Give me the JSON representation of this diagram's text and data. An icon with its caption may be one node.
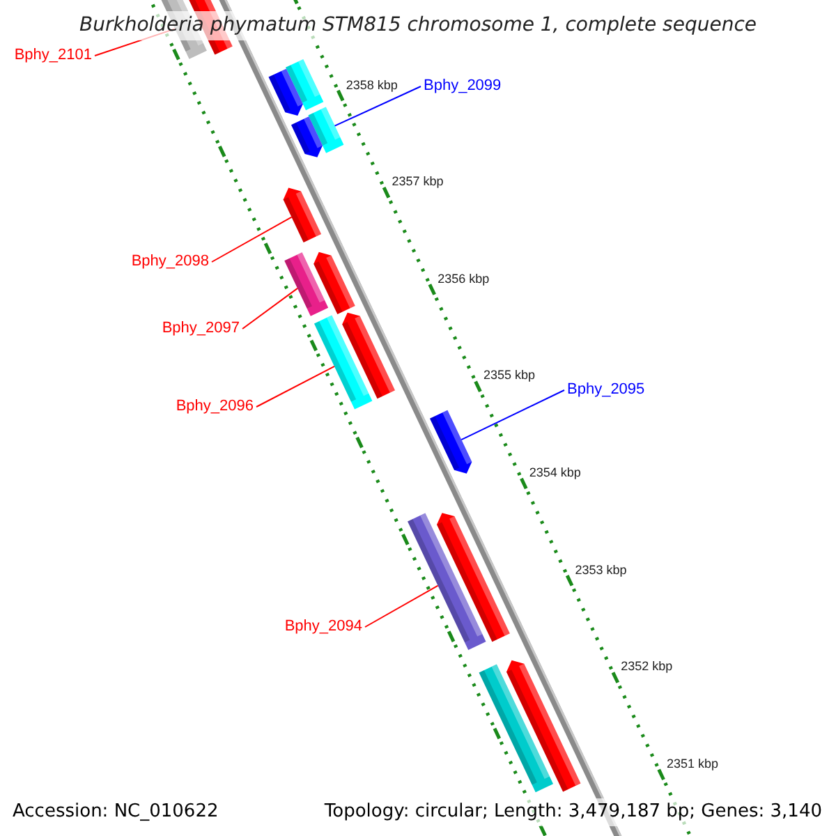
{
  "diagram": {
    "title": "Burkholderia phymatum STM815 chromosome 1, complete sequence",
    "nodes": [
      {
        "text": [
          "Bphy_2101"
        ]
      },
      {
        "text": [
          "Bphy_2099"
        ]
      },
      {
        "text": [
          "Bphy_2098"
        ]
      },
      {
        "text": [
          "Bphy_2097"
        ]
      },
      {
        "text": [
          "Bphy_2096"
        ]
      },
      {
        "text": [
          "Bphy_2095"
        ]
      },
      {
        "text": [
          "Bphy_2094"
        ]
      },
      {
        "text": [],
        "shape": "bar"
      },
      {
        "text": [],
        "shape": "bar"
      },
      {
        "text": [],
        "shape": "bar"
      },
      {
        "text": [],
        "shape": "bar"
      },
      {
        "text": [],
        "shape": "bar"
      },
      {
        "text": [],
        "shape": "bar"
      },
      {
        "text": [],
        "shape": "bar"
      },
      {
        "text": [],
        "shape": "bar"
      },
      {
        "text": [],
        "shape": "bar"
      },
      {
        "text": [],
        "shape": "bar"
      },
      {
        "text": [],
        "shape": "bar"
      },
      {
        "text": [],
        "shape": "bar"
      },
      {
        "text": [],
        "shape": "bar"
      },
      {
        "text": [],
        "shape": "bar"
      },
      {
        "text": [],
        "shape": "bar"
      },
      {
        "text": [],
        "shape": "bar"
      }
    ],
    "edges": [
      {
        "from": 0,
        "to": 7,
        "arrow": "none"
      },
      {
        "from": 1,
        "to": 11,
        "arrow": "none",
        "color": "#0000ff"
      },
      {
        "from": 2,
        "to": 13,
        "arrow": "none"
      },
      {
        "from": 3,
        "to": 14,
        "arrow": "none"
      },
      {
        "from": 4,
        "to": 16,
        "arrow": "none"
      },
      {
        "from": 5,
        "to": 18,
        "arrow": "none",
        "color": "#0000ff"
      },
      {
        "from": 6,
        "to": 19,
        "arrow": "none"
      }
    ],
    "labels": [
      "2358 kbp",
      "2357 kbp",
      "2356 kbp",
      "2355 kbp",
      "2354 kbp",
      "2353 kbp",
      "2352 kbp",
      "2351 kbp",
      "Accession: NC_010622",
      "Topology: circular; Length: 3,479,187 bp; Genes: 3,140"
    ]
  }
}
